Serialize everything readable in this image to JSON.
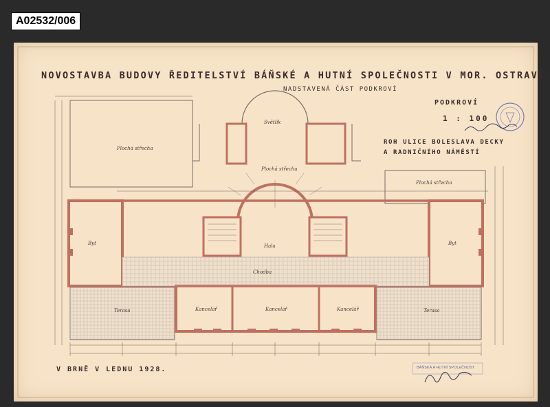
{
  "archive": {
    "id": "A02532/006"
  },
  "drawing": {
    "title": "NOVOSTAVBA BUDOVY ŘEDITELSTVÍ BÁŇSKÉ A HUTNÍ SPOLEČNOSTI V MOR. OSTRAVĚ.",
    "subtitle": "NADSTAVENÁ ČÁST PODKROVÍ",
    "floor": "PODKROVÍ",
    "scale": "1 : 100",
    "street_line1": "ROH ULICE BOLESLAVA DECKY",
    "street_line2": "A RADNIČNÍHO NÁMĚSTÍ",
    "place_date": "V BRNĚ V LEDNU 1928.",
    "stamp_text": "BÁŇSKÁ A HUTNÍ SPOLEČNOST"
  },
  "rooms": {
    "left_roof": "Plochá střecha",
    "right_roof": "Plochá střecha",
    "center_roof": "Plochá střecha",
    "court": "Světlík",
    "left_room": "Byt",
    "right_room": "Byt",
    "corridor": "Chodba",
    "hall": "Hala",
    "terrace_left": "Terasa",
    "terrace_right": "Terasa",
    "bottom_room1": "Kancelář",
    "bottom_room2": "Kancelář",
    "bottom_room3": "Kancelář"
  },
  "colors": {
    "paper": "#f7e4c8",
    "ink": "#3a2a2a",
    "walls": "#e8a090",
    "stamp": "#6a6aa0"
  }
}
